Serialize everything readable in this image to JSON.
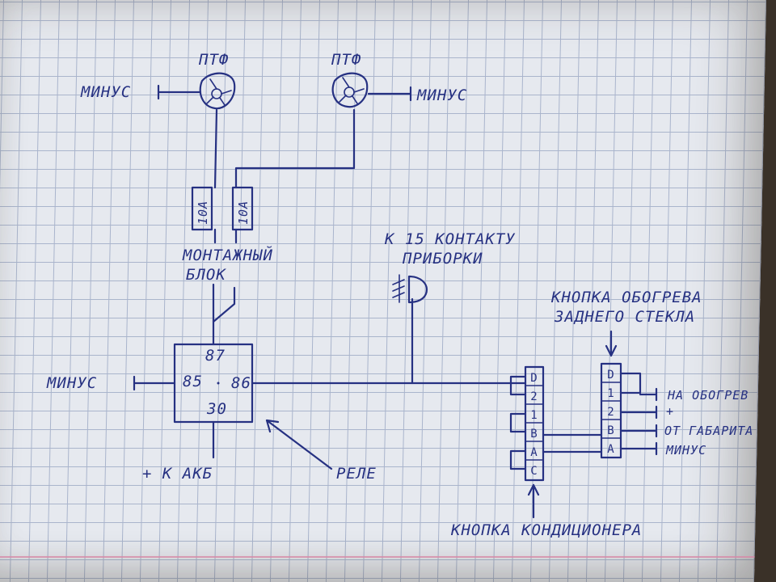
{
  "fog_left": {
    "title": "ПТФ",
    "ground": "МИНУС"
  },
  "fog_right": {
    "title": "ПТФ",
    "ground": "МИНУС"
  },
  "fuses": [
    "10А",
    "10А"
  ],
  "mount_block": [
    "МОНТАЖНЫЙ",
    "БЛОК"
  ],
  "dash_note": [
    "К 15 КОНТАКТУ",
    "ПРИБОРКИ"
  ],
  "relay": {
    "pin_87": "87",
    "pin_85": "85",
    "pin_86": "86",
    "pin_30": "30",
    "ground": "МИНУС",
    "battery": "+ К АКБ",
    "caption": "РЕЛЕ"
  },
  "ac_button": {
    "pins": [
      "D",
      "2",
      "1",
      "B",
      "A",
      "C"
    ],
    "caption": "КНОПКА КОНДИЦИОНЕРА"
  },
  "rear_button": {
    "title": [
      "КНОПКА ОБОГРЕВА",
      "ЗАДНЕГО СТЕКЛА"
    ],
    "pins": [
      "D",
      "1",
      "2",
      "B",
      "A"
    ],
    "outputs": [
      "НА ОБОГРЕВ",
      "+",
      "ОТ ГАБАРИТА",
      "МИНУС"
    ]
  },
  "colors": {
    "ink": "#263182",
    "paper": "#e6e9ef",
    "grid": "#a9b4cc"
  }
}
